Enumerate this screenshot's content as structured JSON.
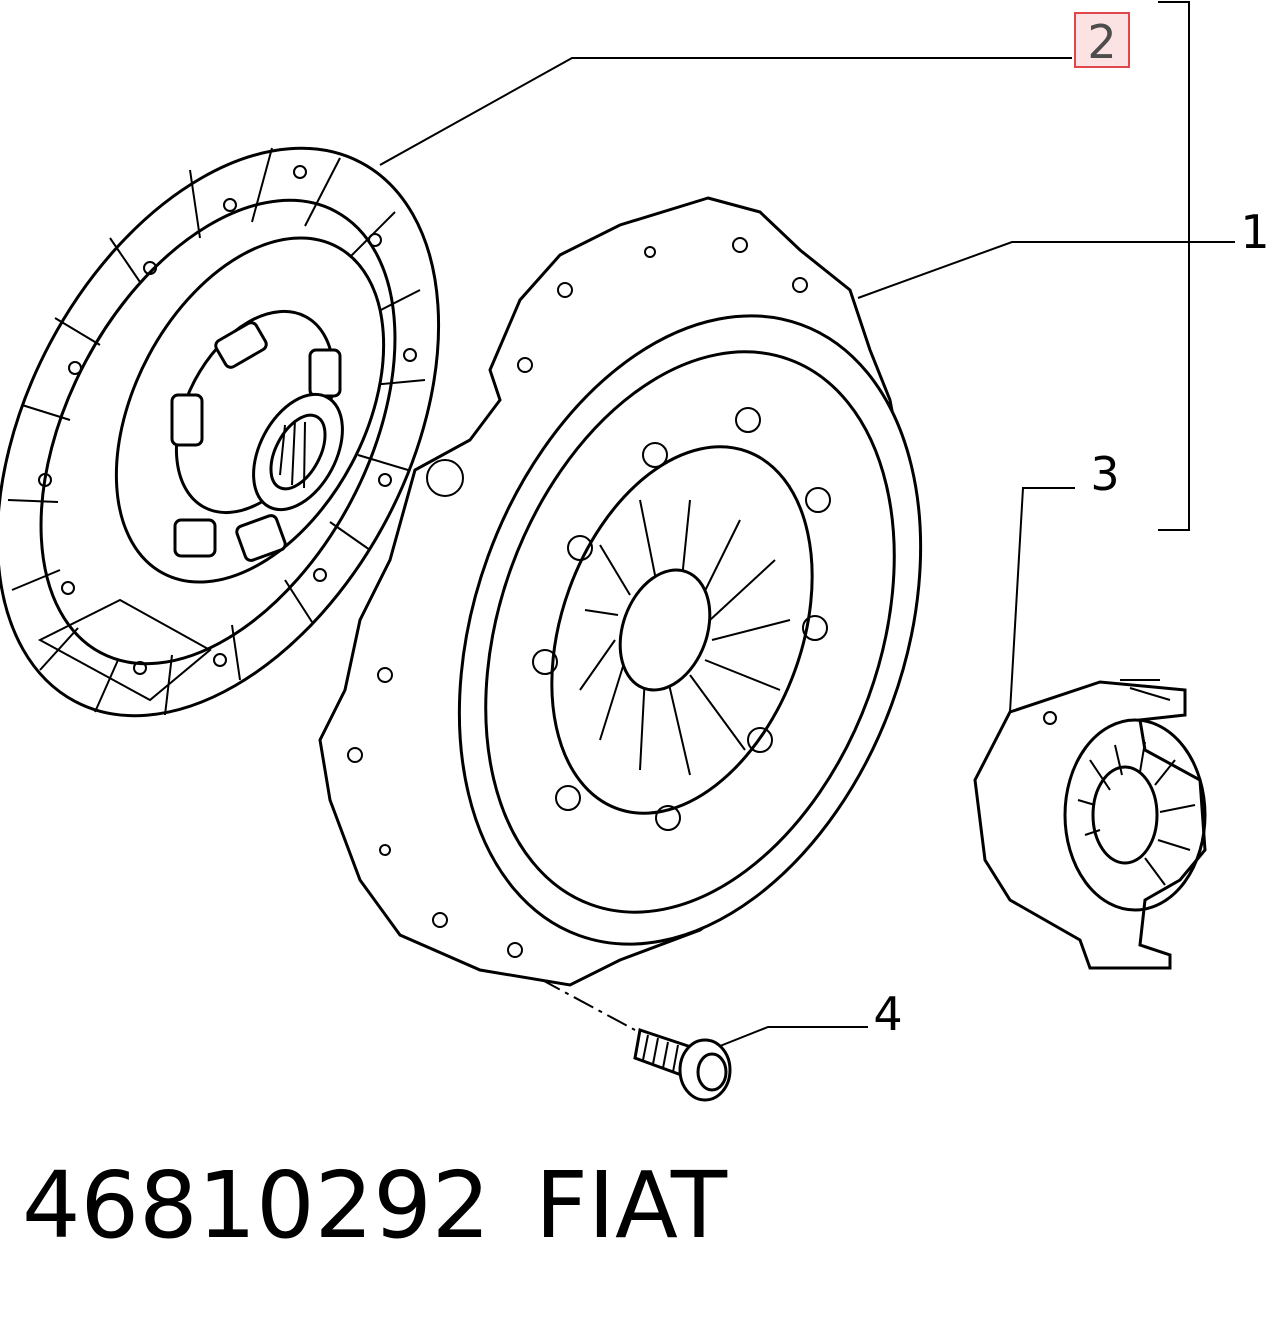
{
  "callouts": {
    "pressure_plate": "1",
    "clutch_disc": "2",
    "release_bearing": "3",
    "bolt": "4"
  },
  "highlight": {
    "border_color": "#e0464a",
    "fill_color": "#fbe3e4",
    "text_color": "#4d4d4d"
  },
  "footer": {
    "part_number": "46810292",
    "brand": "FIAT"
  }
}
